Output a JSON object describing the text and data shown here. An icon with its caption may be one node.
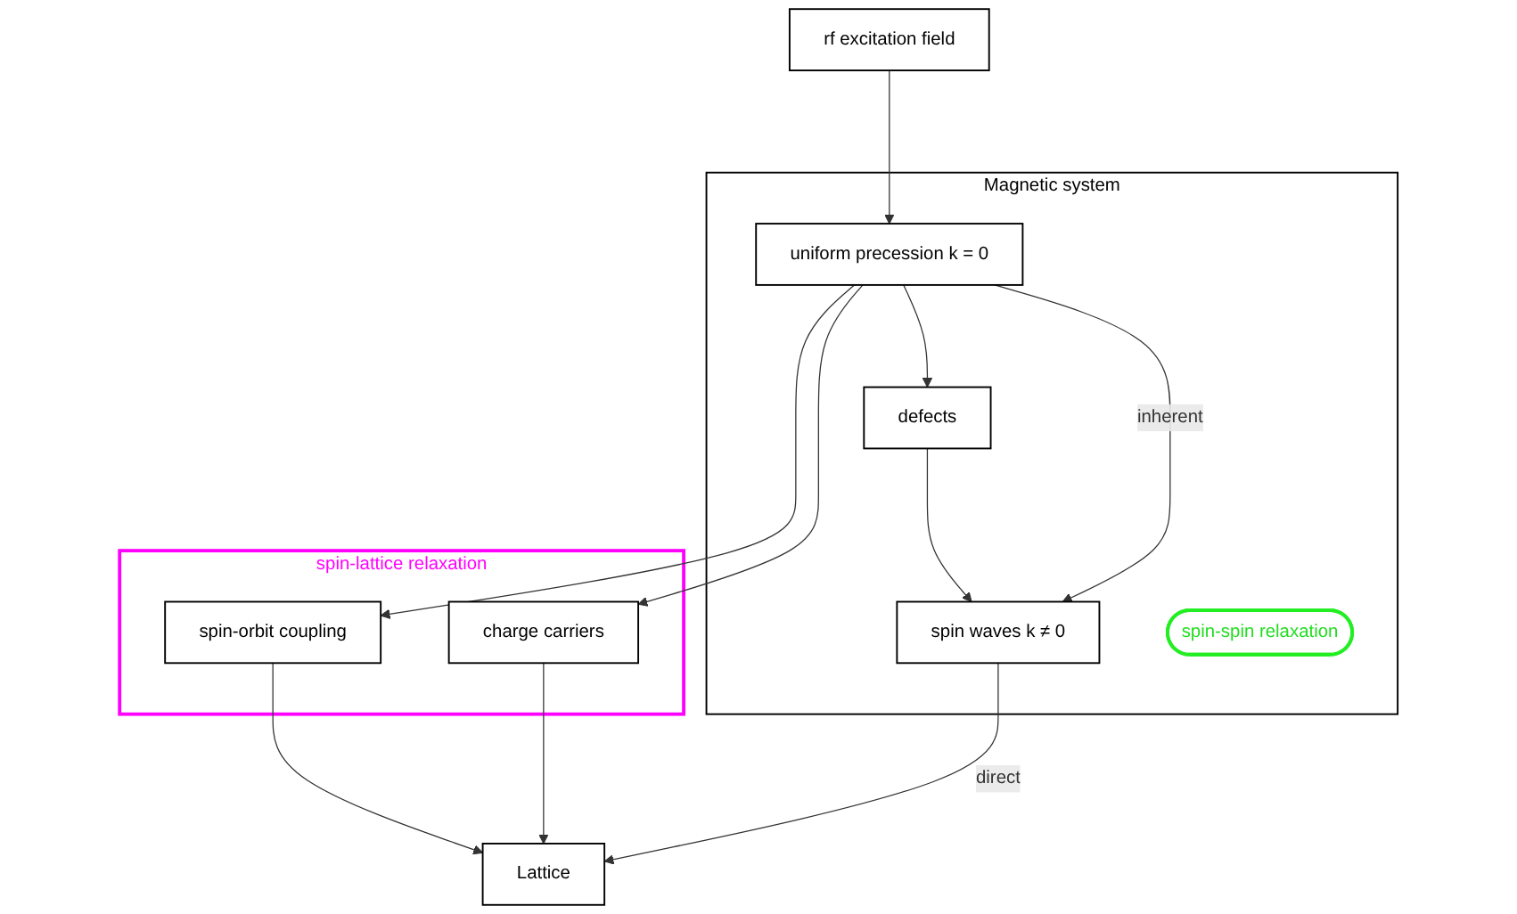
{
  "diagram": {
    "nodes": [
      {
        "text": [
          "rf excitation field"
        ]
      },
      {
        "text": [
          "Magnetic system"
        ]
      },
      {
        "text": [
          "uniform precession k = 0"
        ],
        "in": 1
      },
      {
        "text": [
          "defects"
        ],
        "in": 1
      },
      {
        "text": [
          "spin waves k ≠ 0"
        ],
        "in": 1
      },
      {
        "text": [
          "spin-spin relaxation"
        ],
        "in": 1
      },
      {
        "text": [
          "spin-lattice relaxation"
        ]
      },
      {
        "text": [
          "spin-orbit coupling"
        ],
        "in": 6
      },
      {
        "text": [
          "charge carriers"
        ],
        "in": 6
      },
      {
        "text": [
          "Lattice"
        ]
      }
    ],
    "edges": [
      {
        "from": 0,
        "to": 2,
        "arrow": "to"
      },
      {
        "from": 2,
        "to": 3,
        "arrow": "to"
      },
      {
        "from": 3,
        "to": 4,
        "arrow": "to"
      },
      {
        "from": 2,
        "to": 4,
        "arrow": "to",
        "label": "inherent"
      },
      {
        "from": 2,
        "to": 7,
        "arrow": "to"
      },
      {
        "from": 2,
        "to": 8,
        "arrow": "to"
      },
      {
        "from": 7,
        "to": 9,
        "arrow": "to"
      },
      {
        "from": 8,
        "to": 9,
        "arrow": "to"
      },
      {
        "from": 4,
        "to": 9,
        "arrow": "to",
        "label": "direct"
      }
    ]
  }
}
